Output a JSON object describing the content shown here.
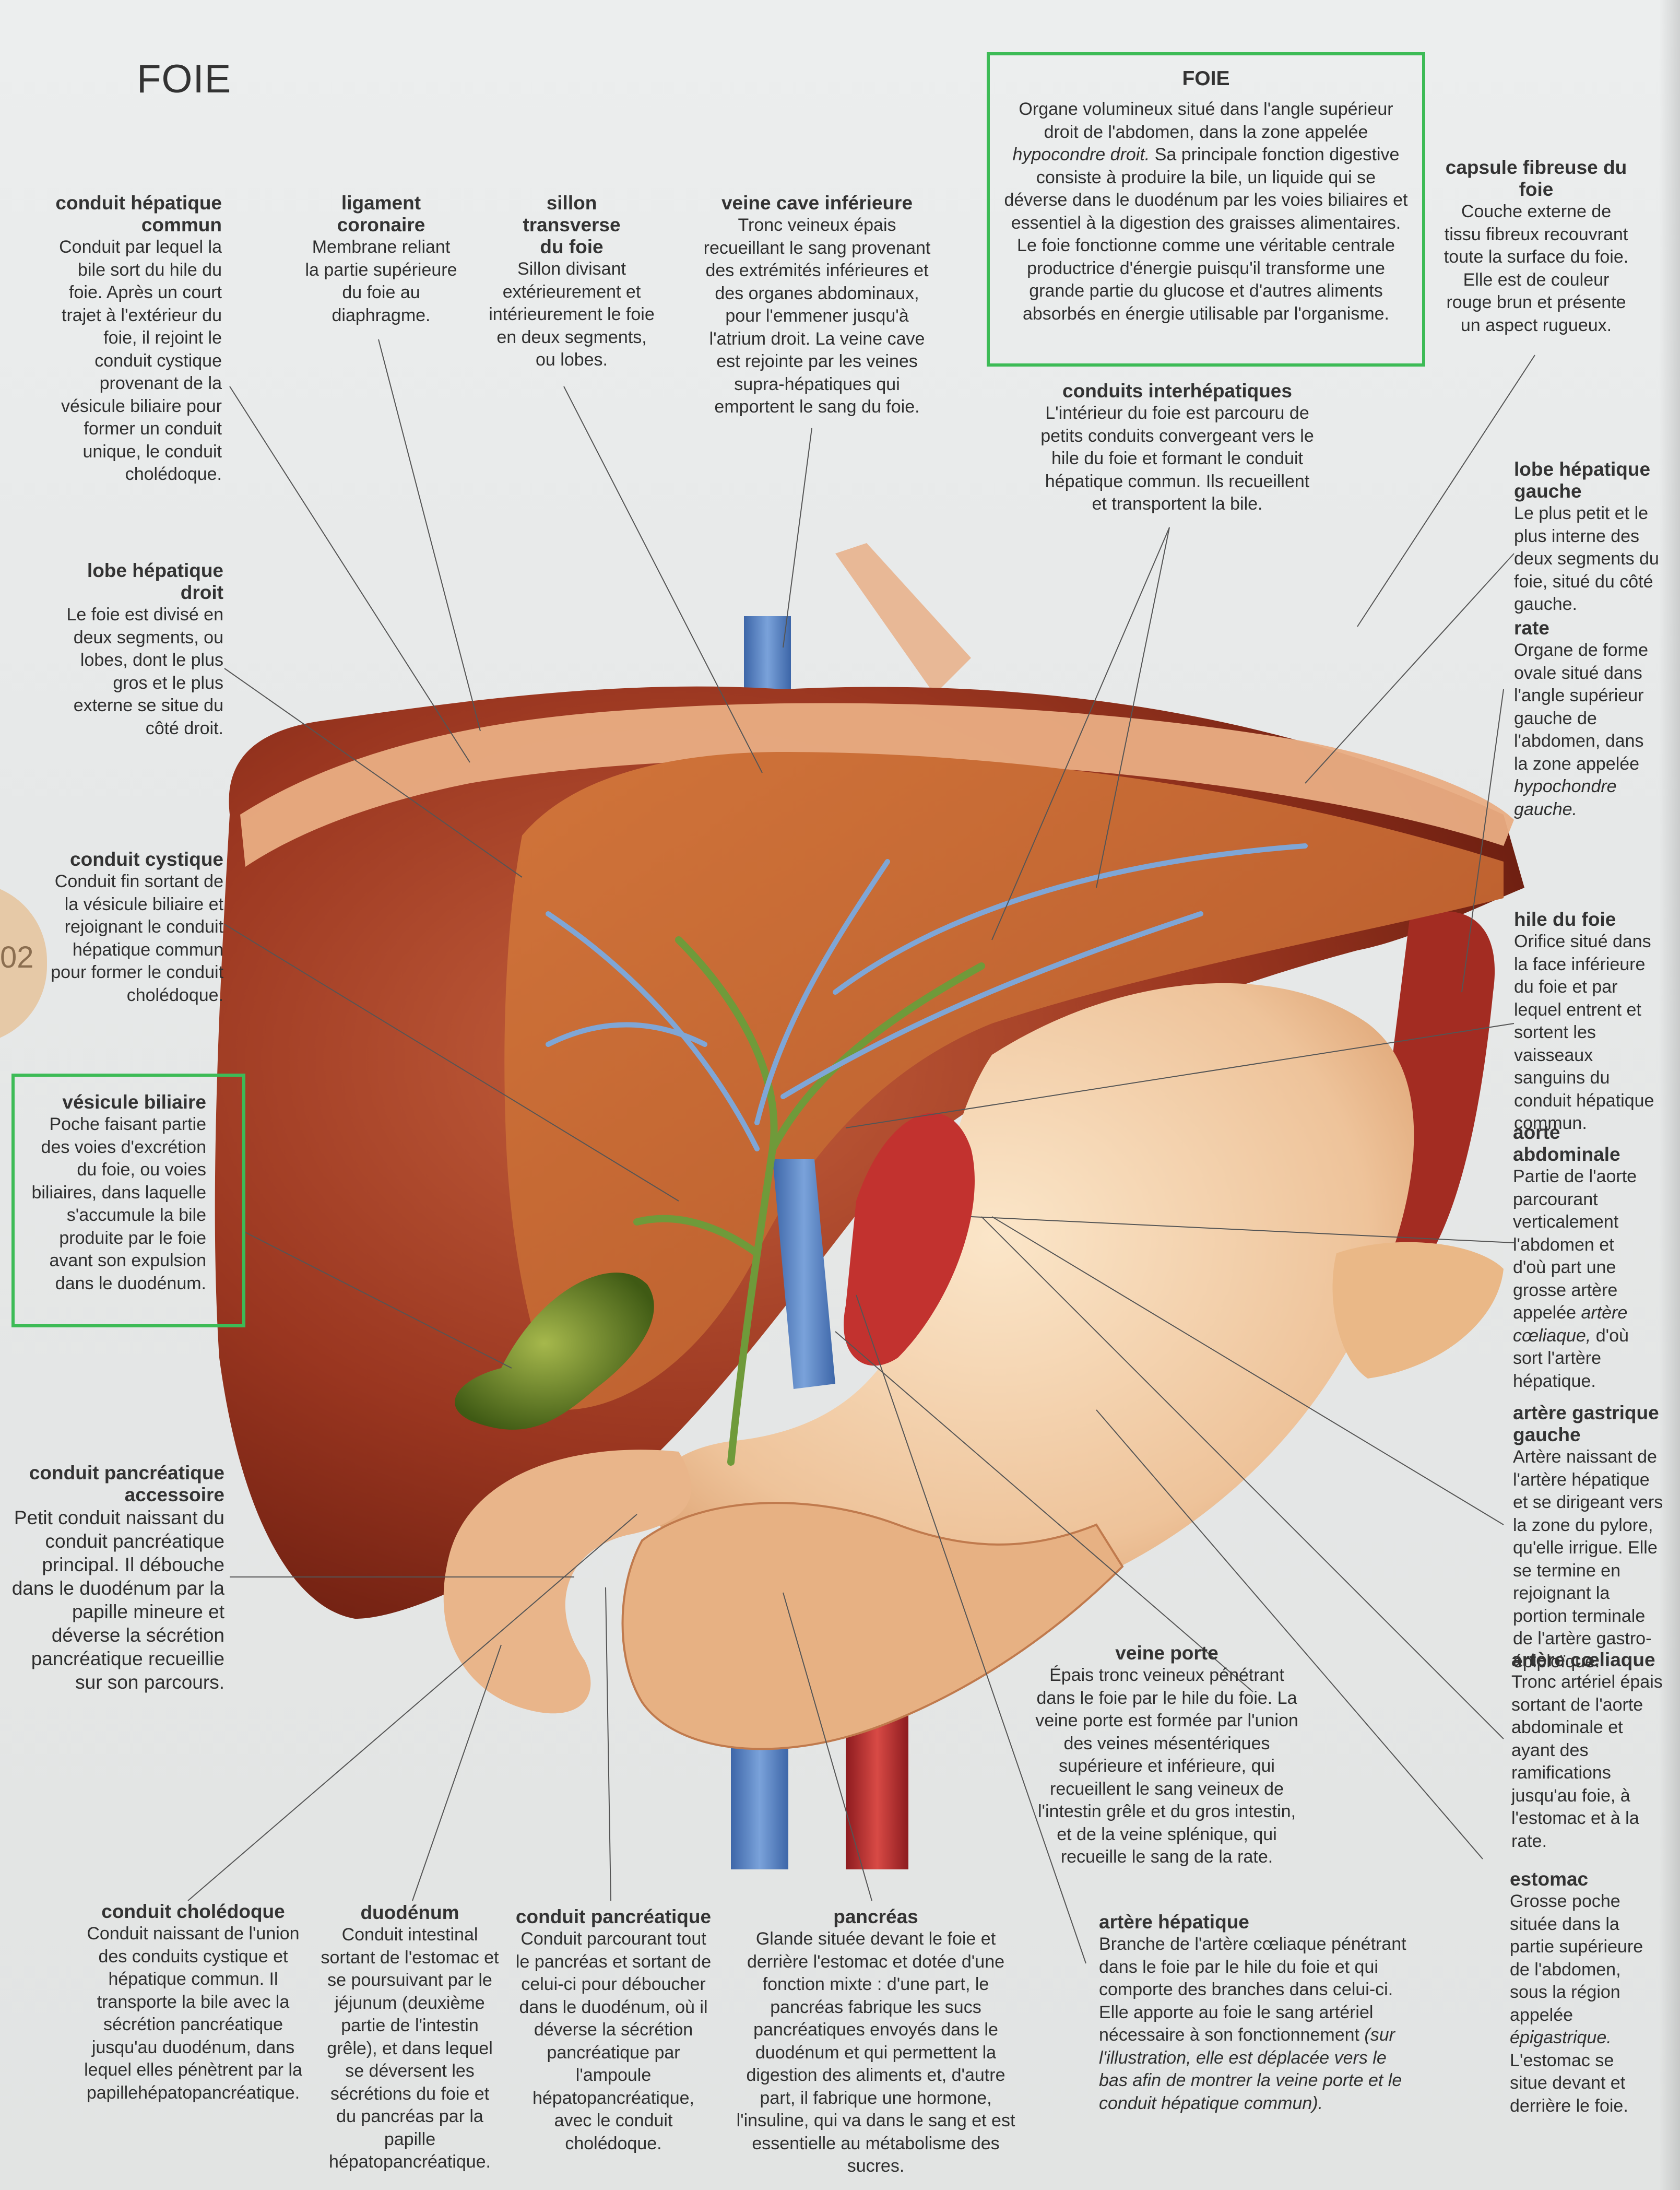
{
  "page": {
    "title": "FOIE",
    "page_number": "02"
  },
  "info_box": {
    "title": "FOIE",
    "text_a": "Organe volumineux situé dans l'angle supérieur droit de l'abdomen, dans la zone appelée ",
    "text_italic": "hypocondre droit.",
    "text_b": " Sa principale fonction digestive consiste à produire la bile, un liquide qui se déverse dans le duodénum par les voies biliaires et essentiel à la digestion des graisses alimentaires. Le foie fonctionne comme une véritable centrale productrice d'énergie puisqu'il transforme une grande partie du glucose et d'autres aliments absorbés en énergie utilisable par l'organisme."
  },
  "labels": {
    "conduit_hepatique_commun": {
      "title": "conduit hépatique commun",
      "text": "Conduit par lequel la bile sort du hile du foie. Après un court trajet à l'extérieur du foie, il rejoint le conduit cystique provenant de la vésicule biliaire pour former un conduit unique, le conduit cholédoque."
    },
    "ligament_coronaire": {
      "title": "ligament coronaire",
      "text": "Membrane reliant la partie supérieure du foie au diaphragme."
    },
    "sillon_transverse": {
      "title": "sillon transverse du foie",
      "text": "Sillon divisant extérieurement et intérieurement le foie en deux segments, ou lobes."
    },
    "veine_cave_inferieure": {
      "title": "veine cave inférieure",
      "text": "Tronc veineux épais recueillant le sang provenant des extrémités inférieures et des organes abdominaux, pour l'emmener jusqu'à l'atrium droit. La veine cave est rejointe par les veines supra-hépatiques qui emportent le sang du foie."
    },
    "capsule_fibreuse": {
      "title": "capsule fibreuse du foie",
      "text": "Couche externe de tissu fibreux recouvrant toute la surface du foie. Elle est de couleur rouge brun et présente un aspect rugueux."
    },
    "conduits_interhepatiques": {
      "title": "conduits interhépatiques",
      "text": "L'intérieur du foie est parcouru de petits conduits convergeant vers le hile du foie et formant le conduit hépatique commun. Ils recueillent et transportent la bile."
    },
    "lobe_hepatique_gauche": {
      "title": "lobe hépatique gauche",
      "text": "Le plus petit et le plus interne des deux segments du foie, situé du côté gauche."
    },
    "rate": {
      "title": "rate",
      "text_a": "Organe de forme ovale situé dans l'angle supérieur gauche de l'abdomen, dans la zone appelée ",
      "text_italic": "hypochondre gauche."
    },
    "lobe_hepatique_droit": {
      "title": "lobe hépatique droit",
      "text": "Le foie est divisé en deux segments, ou lobes, dont le plus gros et le plus externe se situe du côté droit."
    },
    "conduit_cystique": {
      "title": "conduit cystique",
      "text": "Conduit fin sortant de la vésicule biliaire et rejoignant le conduit hépatique commun pour former le conduit cholédoque."
    },
    "vesicule_biliaire": {
      "title": "vésicule biliaire",
      "text": "Poche faisant partie des voies d'excrétion du foie, ou voies biliaires, dans laquelle s'accumule la bile produite par le foie avant son expulsion dans le duodénum."
    },
    "hile_du_foie": {
      "title": "hile du foie",
      "text": "Orifice situé dans la face inférieure du foie et par lequel entrent et sortent les vaisseaux sanguins du conduit hépatique commun."
    },
    "aorte_abdominale": {
      "title": "aorte abdominale",
      "text_a": "Partie de l'aorte parcourant verticalement l'abdomen et d'où part une grosse artère appelée ",
      "text_italic": "artère cœliaque,",
      "text_b": " d'où sort l'artère hépatique."
    },
    "conduit_pancreatique_accessoire": {
      "title": "conduit pancréatique accessoire",
      "text": "Petit conduit naissant du conduit pancréatique principal. Il débouche dans le duodénum par la papille mineure et déverse la sécrétion pancréatique recueillie sur son parcours."
    },
    "artere_gastrique_gauche": {
      "title": "artère gastrique gauche",
      "text": "Artère naissant de l'artère hépatique et se dirigeant vers la zone du pylore, qu'elle irrigue. Elle se termine en rejoignant la portion terminale de l'artère gastro-épiploïque."
    },
    "artere_coeliaque": {
      "title": "artère cœliaque",
      "text": "Tronc artériel épais sortant de l'aorte abdominale et ayant des ramifications jusqu'au foie, à l'estomac et à la rate."
    },
    "veine_porte": {
      "title": "veine porte",
      "text": "Épais tronc veineux pénétrant dans le foie par le hile du foie. La veine porte est formée par l'union des veines mésentériques supérieure et inférieure, qui recueillent le sang veineux de l'intestin grêle et du gros intestin, et de la veine splénique, qui recueille le sang de la rate."
    },
    "estomac": {
      "title": "estomac",
      "text_a": "Grosse poche située dans la partie supérieure de l'abdomen, sous la région appelée ",
      "text_italic": "épigastrique.",
      "text_b": " L'estomac se situe devant et derrière le foie."
    },
    "conduit_choledoque": {
      "title": "conduit cholédoque",
      "text": "Conduit naissant de l'union des conduits cystique et hépatique commun. Il transporte la bile avec la sécrétion pancréatique jusqu'au duodénum, dans lequel elles pénètrent par la papillehépatopancréatique."
    },
    "duodenum": {
      "title": "duodénum",
      "text": "Conduit intestinal sortant de l'estomac et se poursuivant par le jéjunum (deuxième partie de l'intestin grêle), et dans lequel se déversent les sécrétions du foie et du pancréas par la papille hépatopancréatique."
    },
    "conduit_pancreatique": {
      "title": "conduit pancréatique",
      "text": "Conduit parcourant tout le pancréas et sortant de celui-ci pour déboucher dans le duodénum, où il déverse la sécrétion pancréatique par l'ampoule hépatopancréatique, avec le conduit cholédoque."
    },
    "pancreas": {
      "title": "pancréas",
      "text": "Glande située devant le foie et derrière l'estomac et dotée d'une fonction mixte : d'une part, le pancréas fabrique les sucs pancréatiques envoyés dans le duodénum et qui permettent la digestion des aliments et, d'autre part, il fabrique une hormone, l'insuline, qui va dans le sang et est essentielle au métabolisme des sucres."
    },
    "artere_hepatique": {
      "title": "artère hépatique",
      "text": "Branche de l'artère cœliaque pénétrant dans le foie par le hile du foie et qui comporte des branches dans celui-ci. Elle apporte au foie le sang artériel nécessaire à son fonctionnement",
      "text_italic": " (sur l'illustration, elle est déplacée vers le bas afin de montrer la veine porte et le conduit hépatique commun)."
    }
  },
  "colors": {
    "liver": "#9e3a22",
    "liver_section": "#c8652f",
    "stomach": "#eec9a0",
    "gallbladder": "#5b7a23",
    "vein_blue": "#5a86c4",
    "artery_red": "#b8262b",
    "highlight_box": "#3dbb56"
  }
}
